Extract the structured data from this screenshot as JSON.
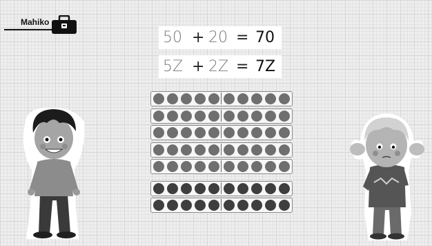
{
  "header": {
    "brand_label": "Mahiko"
  },
  "equations": [
    {
      "a": "50",
      "op": "+",
      "b": "20",
      "eq": "=",
      "result": "70"
    },
    {
      "a": "5Z",
      "op": "+",
      "b": "2Z",
      "eq": "=",
      "result": "7Z"
    }
  ],
  "abacus": {
    "rows": 7,
    "beads_per_row": 10,
    "light_rows": 5,
    "dark_rows": 2,
    "colors": {
      "light": "#6f6f6f",
      "dark": "#3e3e3e"
    }
  },
  "characters": [
    "boy-character",
    "girl-character"
  ],
  "icons": [
    "toolbox-icon"
  ]
}
